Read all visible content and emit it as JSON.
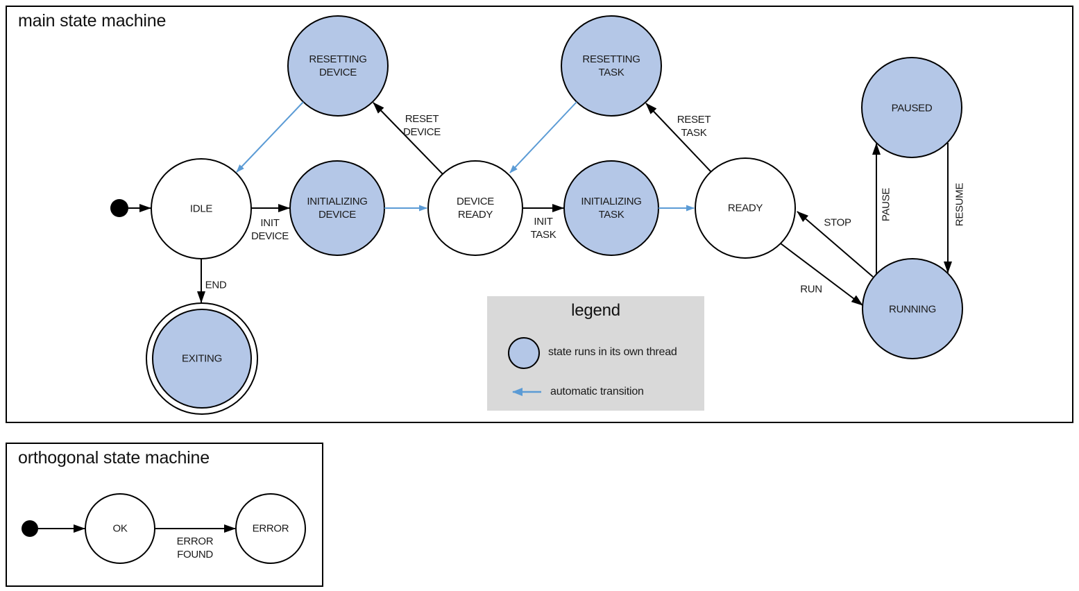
{
  "colors": {
    "threaded_state_fill": "#b4c7e7",
    "state_outline": "#000000",
    "auto_transition_arrow": "#5b9bd5",
    "legend_background": "#d9d9d9",
    "text": "#1a1a1a"
  },
  "main_machine": {
    "title": "main state machine",
    "states": {
      "idle": {
        "name": "IDLE",
        "lines": [
          "IDLE"
        ],
        "threaded": false
      },
      "initializing_device": {
        "name": "INITIALIZING DEVICE",
        "lines": [
          "INITIALIZING",
          "DEVICE"
        ],
        "threaded": true
      },
      "device_ready": {
        "name": "DEVICE READY",
        "lines": [
          "DEVICE",
          "READY"
        ],
        "threaded": false
      },
      "initializing_task": {
        "name": "INITIALIZING TASK",
        "lines": [
          "INITIALIZING",
          "TASK"
        ],
        "threaded": true
      },
      "ready": {
        "name": "READY",
        "lines": [
          "READY"
        ],
        "threaded": false
      },
      "running": {
        "name": "RUNNING",
        "lines": [
          "RUNNING"
        ],
        "threaded": true
      },
      "paused": {
        "name": "PAUSED",
        "lines": [
          "PAUSED"
        ],
        "threaded": true
      },
      "resetting_device": {
        "name": "RESETTING DEVICE",
        "lines": [
          "RESETTING",
          "DEVICE"
        ],
        "threaded": true
      },
      "resetting_task": {
        "name": "RESETTING TASK",
        "lines": [
          "RESETTING",
          "TASK"
        ],
        "threaded": true
      },
      "exiting": {
        "name": "EXITING",
        "lines": [
          "EXITING"
        ],
        "threaded": true,
        "final_state": true
      }
    },
    "transitions": {
      "init_device": {
        "name": "INIT DEVICE",
        "lines": [
          "INIT",
          "DEVICE"
        ]
      },
      "init_task": {
        "name": "INIT TASK",
        "lines": [
          "INIT",
          "TASK"
        ]
      },
      "reset_device": {
        "name": "RESET DEVICE",
        "lines": [
          "RESET",
          "DEVICE"
        ]
      },
      "reset_task": {
        "name": "RESET TASK",
        "lines": [
          "RESET",
          "TASK"
        ]
      },
      "run": {
        "name": "RUN",
        "lines": [
          "RUN"
        ]
      },
      "stop": {
        "name": "STOP",
        "lines": [
          "STOP"
        ]
      },
      "pause": {
        "name": "PAUSE",
        "lines": [
          "PAUSE"
        ]
      },
      "resume": {
        "name": "RESUME",
        "lines": [
          "RESUME"
        ]
      },
      "end": {
        "name": "END",
        "lines": [
          "END"
        ]
      }
    }
  },
  "legend": {
    "title": "legend",
    "items": [
      {
        "label": "state runs in its own thread"
      },
      {
        "label": "automatic transition"
      }
    ]
  },
  "orthogonal_machine": {
    "title": "orthogonal state machine",
    "states": {
      "ok": {
        "name": "OK",
        "lines": [
          "OK"
        ],
        "threaded": false
      },
      "error": {
        "name": "ERROR",
        "lines": [
          "ERROR"
        ],
        "threaded": false
      }
    },
    "transitions": {
      "error_found": {
        "name": "ERROR FOUND",
        "lines": [
          "ERROR",
          "FOUND"
        ]
      }
    }
  }
}
